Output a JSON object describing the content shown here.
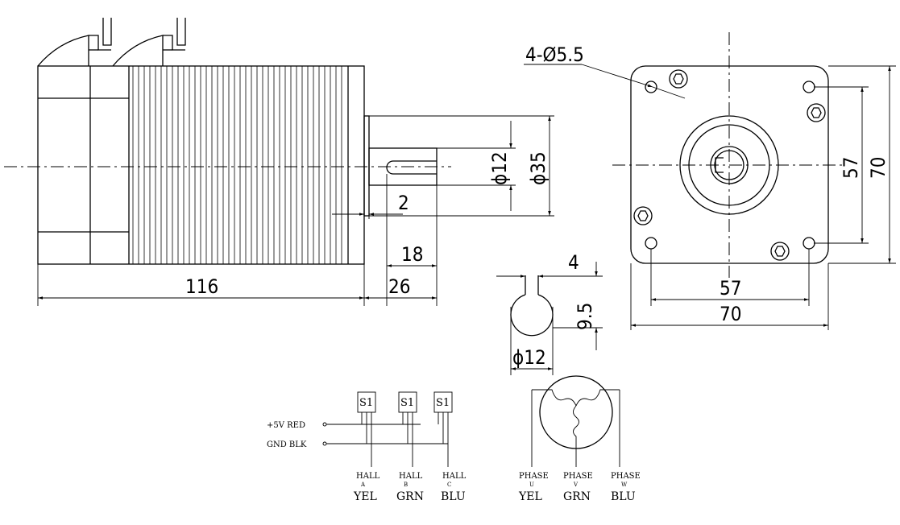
{
  "dimensions": {
    "mounting_holes": "4-Ø5.5",
    "shaft_diameter": "ϕ12",
    "pilot_diameter": "ϕ35",
    "pilot_height": "2",
    "key_length": "18",
    "shaft_length": "26",
    "body_length": "116",
    "hole_spacing_v": "57",
    "flange_v": "70",
    "hole_spacing_h": "57",
    "flange_h": "70",
    "key_width": "4",
    "key_depth": "9.5",
    "shaft_section_diameter": "ϕ12"
  },
  "wiring": {
    "power_label": "+5V RED",
    "ground_label": "GND BLK",
    "sensors": [
      {
        "chip": "S1",
        "label": "HALL",
        "letter": "A",
        "color": "YEL"
      },
      {
        "chip": "S1",
        "label": "HALL",
        "letter": "B",
        "color": "GRN"
      },
      {
        "chip": "S1",
        "label": "HALL",
        "letter": "C",
        "color": "BLU"
      }
    ],
    "phases": [
      {
        "label": "PHASE",
        "letter": "U",
        "color": "YEL"
      },
      {
        "label": "PHASE",
        "letter": "V",
        "color": "GRN"
      },
      {
        "label": "PHASE",
        "letter": "W",
        "color": "BLU"
      }
    ]
  }
}
